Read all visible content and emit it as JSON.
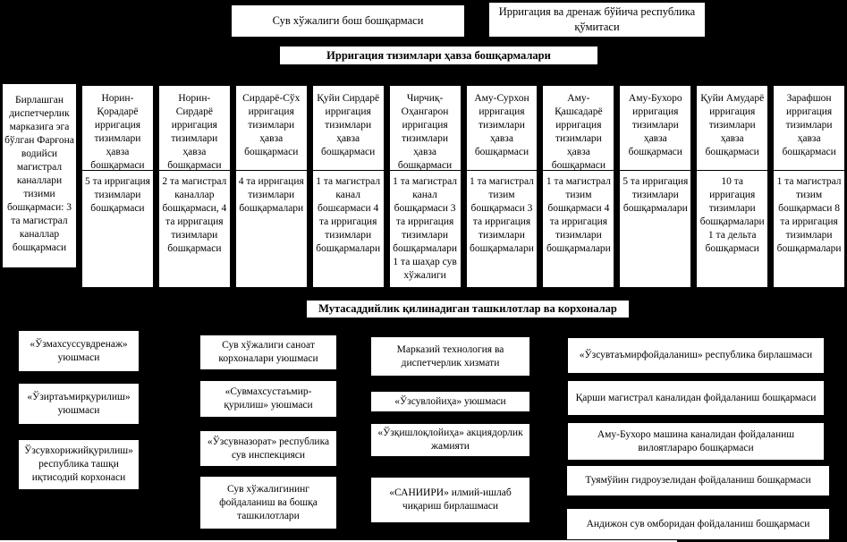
{
  "colors": {
    "background": "#000000",
    "box_fill": "#ffffff",
    "text": "#000000"
  },
  "top": {
    "main_office": "Сув хўжалиги бош бошқармаси",
    "committee": "Ирригация ва дренаж бўйича республика қўмитаси",
    "basin_banner": "Ирригация тизимлари ҳавза бошқармалари",
    "org_banner": "Мутасаддийлик қилинадиган ташкилотлар ва корхоналар"
  },
  "ferghana_box": "Бирлашган диспетчерлик марказига эга бўлган Фарғона водийси магистрал каналлари тизими бошқармаси: 3 та магистрал каналлар бошқармаси",
  "basin_columns": [
    {
      "header": "Норин-Қорадарё ирригация тизимлари ҳавза бошқармаси",
      "body": "5 та ирригация тизимлари бошқармаси"
    },
    {
      "header": "Норин-Сирдарё ирригация тизимлари ҳавза бошқармаси",
      "body": "2 та магистрал каналлар бошқармаси, 4 та ирригация тизимлари бошқармаси"
    },
    {
      "header": "Сирдарё-Сўх ирригация тизимлари ҳавза бошқармаси",
      "body": "4 та ирригация тизимлари бошқармалари"
    },
    {
      "header": "Қуйи Сирдарё ирригация тизимлари ҳавза бошқармаси",
      "body": "1 та магистрал канал бошєармаси 4 та ирригация тизимлари бошқармалари"
    },
    {
      "header": "Чирчиқ-Оҳангарон ирригация тизимлари ҳавза бошқармаси",
      "body": "1 та магистрал канал бошқармаси 3 та ирригация тизимлари бошқармалари 1 та шаҳар сув хўжалиги"
    },
    {
      "header": "Аму-Сурхон ирригация тизимлари ҳавза бошқармаси",
      "body": "1 та магистрал тизим бошқармаси 3 та ирригация тизимлари бошқармалари"
    },
    {
      "header": "Аму-Қашєадарё ирригация тизимлари ҳавза бошқармаси",
      "body": "1 та магистрал тизим бошқармаси 4 та ирригация тизимлари бошқармалари"
    },
    {
      "header": "Аму-Бухоро ирригация тизимлари ҳавза бошқармаси",
      "body": "5 та ирригация тизимлари бошқармалари"
    },
    {
      "header": "Қуйи Амударё ирригация тизимлари ҳавза бошқармаси",
      "body": "10 та ирригация тизимлари бошқармалари 1 та дельта бошқармаси"
    },
    {
      "header": "Зарафшон ирригация тизимлари ҳавза бошқармаси",
      "body": "1 та магистрал тизим бошқармаси 8 та ирригация тизимлари бошқармалари"
    }
  ],
  "org_boxes": {
    "col_a": [
      "«Ўзмахсуссувдренаж» уюшмаси",
      "«Ўзиртаъмирқурилиш» уюшмаси",
      "Ўзсувхорижийқурилиш» республика ташқи иқтисодий корхонаси"
    ],
    "col_b": [
      "Сув хўжалиги саноат корхоналари уюшмаси",
      "«Сувмахсустаъмир-қурилиш» уюшмаси",
      "«Ўзсувназорат» республика сув инспекцияси",
      "Сув хўжалигининг фойдаланиш ва бошқа ташкилотлари"
    ],
    "col_c": [
      "Марказий технология ва диспетчерлик хизмати",
      "«Ўзсувлойиҳа» уюшмаси",
      "«Ўзқишлоқлойиҳа» акциядорлик жамияти",
      "«САНИИРИ» илмий-ишлаб чиқариш бирлашмаси"
    ],
    "col_d": [
      "«Ўзсувтаъмирфойдаланиш» республика бирлашмаси",
      "Қарши магистрал каналидан фойдаланиш бошқармаси",
      "Аму-Бухоро машина каналидан фойдаланиш вилоятлараро бошқармаси",
      "Туямўйин гидроузелидан фойдаланиш бошқармаси",
      "Андижон сув омборидан фойдаланиш бошқармаси"
    ]
  }
}
